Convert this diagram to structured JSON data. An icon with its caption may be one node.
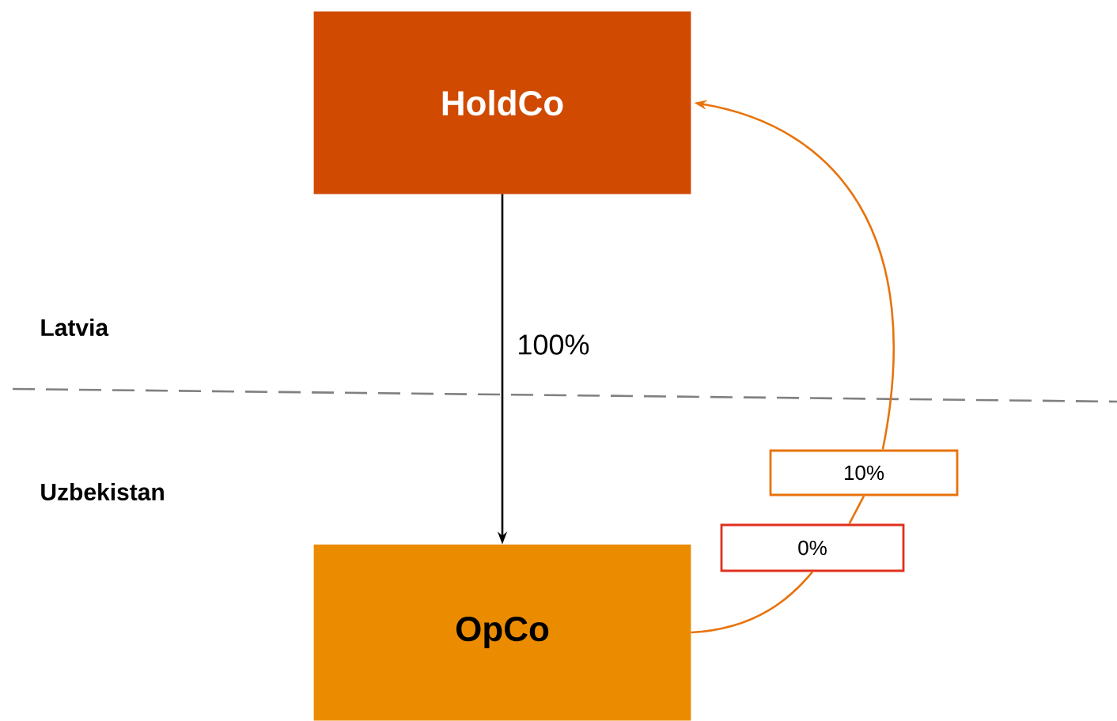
{
  "diagram": {
    "nodes": [
      {
        "text": [
          "HoldCo"
        ]
      },
      {
        "text": [
          "OpCo"
        ]
      },
      {
        "text": [
          "10%"
        ]
      },
      {
        "text": [
          "0%"
        ]
      }
    ],
    "edges": [
      {
        "from": 0,
        "to": 1,
        "arrow": "to",
        "label": "100%",
        "color": "#000000"
      },
      {
        "from": 1,
        "to": 3,
        "arrow": "none"
      },
      {
        "from": 3,
        "to": 2,
        "arrow": "none"
      },
      {
        "from": 2,
        "to": 0,
        "arrow": "to"
      }
    ],
    "labels": [
      "Latvia",
      "Uzbekistan"
    ]
  }
}
